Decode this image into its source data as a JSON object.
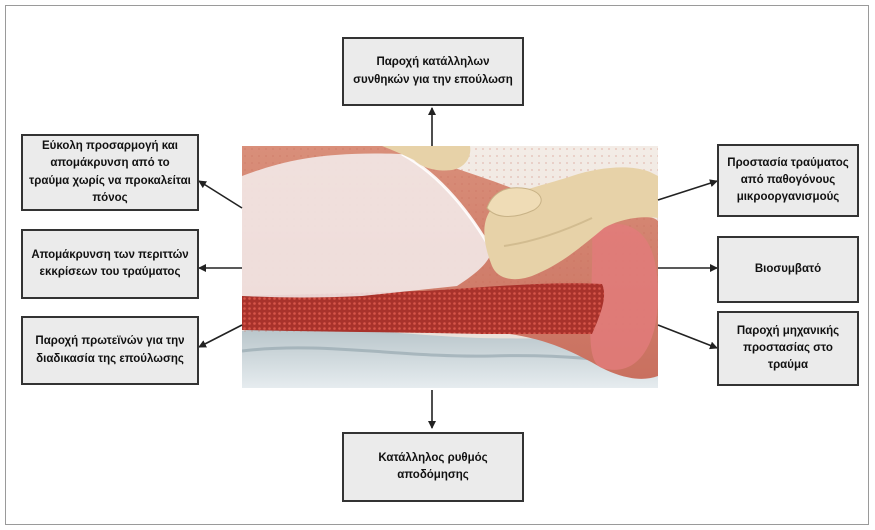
{
  "boxes": {
    "top": "Παροχή κατάλληλων συνθηκών για την επούλωση",
    "left_1": "Εύκολη προσαρμογή και απομάκρυνση από το τραύμα χωρίς να προκαλείται πόνος",
    "left_2": "Απομάκρυνση των περιττών εκκρίσεων του τραύματος",
    "left_3": "Παροχή πρωτεϊνών για την διαδικασία της επούλωσης",
    "right_1": "Προστασία τραύματος από παθογόνους μικροοργανισμούς",
    "right_2": "Βιοσυμβατό",
    "right_3": "Παροχή μηχανικής προστασίας στο τραύμα",
    "bottom": "Κατάλληλος ρυθμός αποδόμησης"
  },
  "colors": {
    "box_fill": "#ebebeb",
    "box_border": "#333333",
    "arrow": "#222222"
  },
  "image": {
    "subject": "gloved-hands-applying-dressing-to-wound-illustration"
  }
}
